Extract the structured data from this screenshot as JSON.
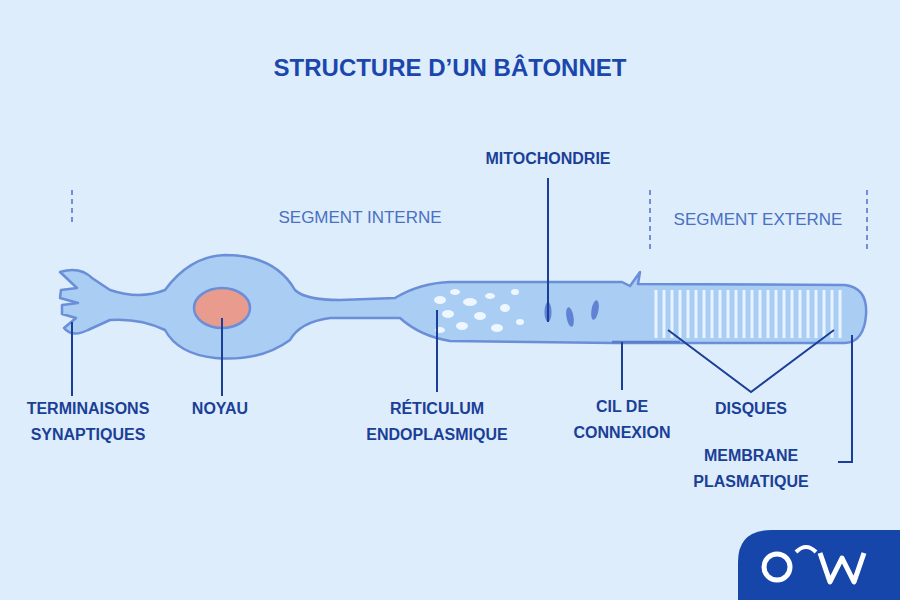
{
  "diagram": {
    "title": "STRUCTURE D’UN BÂTONNET",
    "labels": [
      "SEGMENT INTERNE",
      "SEGMENT EXTERNE",
      "MITOCHONDRIE",
      "TERMINAISONS SYNAPTIQUES",
      "NOYAU",
      "RÉTICULUM ENDOPLASMIQUE",
      "CIL DE CONNEXION",
      "DISQUES",
      "MEMBRANE PLASMATIQUE"
    ]
  }
}
